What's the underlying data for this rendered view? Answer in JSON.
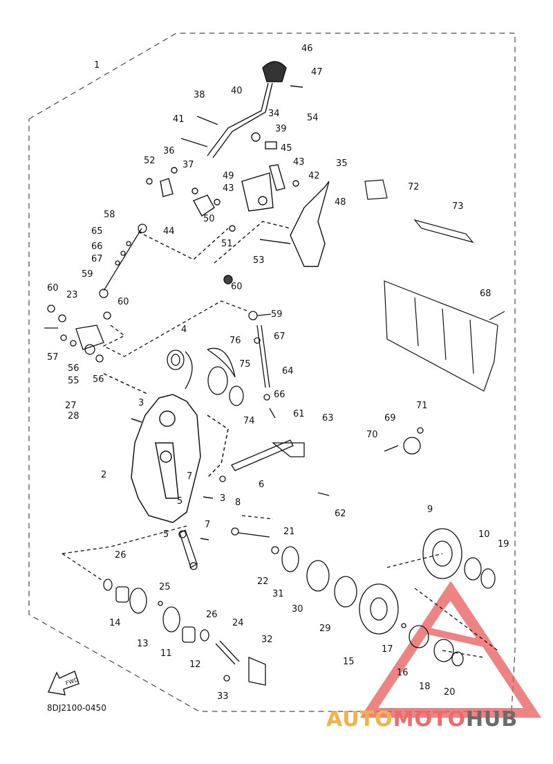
{
  "diagram": {
    "reference_code": "8DJ2100-0450",
    "fwd_label": "FWD",
    "callouts": [
      "1",
      "2",
      "3",
      "3",
      "4",
      "5",
      "5",
      "6",
      "7",
      "7",
      "8",
      "9",
      "10",
      "11",
      "12",
      "13",
      "14",
      "15",
      "16",
      "17",
      "18",
      "19",
      "20",
      "21",
      "22",
      "23",
      "24",
      "25",
      "26",
      "26",
      "27",
      "28",
      "29",
      "30",
      "31",
      "32",
      "33",
      "34",
      "35",
      "36",
      "37",
      "38",
      "39",
      "40",
      "41",
      "42",
      "43",
      "43",
      "44",
      "45",
      "46",
      "47",
      "48",
      "49",
      "50",
      "51",
      "52",
      "53",
      "54",
      "55",
      "56",
      "56",
      "57",
      "58",
      "59",
      "59",
      "60",
      "60",
      "60",
      "61",
      "62",
      "63",
      "64",
      "65",
      "66",
      "66",
      "67",
      "67",
      "68",
      "69",
      "70",
      "71",
      "72",
      "73",
      "74",
      "75",
      "76"
    ]
  },
  "watermark": {
    "part1": "AUTO",
    "part2": "MOTO",
    "part3": "HUB"
  },
  "colors": {
    "line": "#111111",
    "watermark_red": "#e85a5a",
    "watermark_orange": "#f2b24a",
    "watermark_gray": "#6b6b6b"
  }
}
